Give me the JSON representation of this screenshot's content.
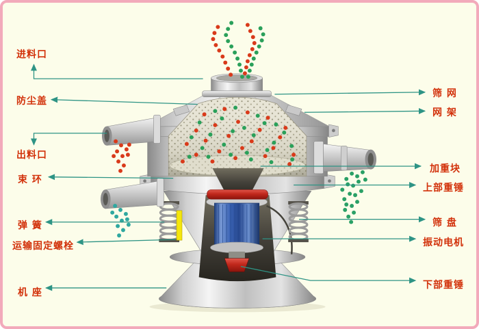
{
  "colors": {
    "background": "#fcfdea",
    "frame_border": "#f2aabb",
    "label_text": "#d2310a",
    "leader_line": "#2e9485",
    "particle_red": "#d93a1a",
    "particle_green": "#2aa05a",
    "particle_teal": "#2fa8a0",
    "motor_blue": "#3a63b4",
    "transport_bolt_yellow": "#f4e60c",
    "weight_red": "#c0281c",
    "metal_silver": "#c9c9c9"
  },
  "labels": {
    "left": [
      {
        "id": "feed-inlet",
        "text": "进料口"
      },
      {
        "id": "dust-cover",
        "text": "防尘盖"
      },
      {
        "id": "discharge-outlet",
        "text": "出料口"
      },
      {
        "id": "clamp-ring",
        "text": "束 环"
      },
      {
        "id": "spring",
        "text": "弹 簧"
      },
      {
        "id": "transport-fixing-bolt",
        "text": "运输固定螺栓"
      },
      {
        "id": "machine-base",
        "text": "机 座"
      }
    ],
    "right": [
      {
        "id": "screen-mesh",
        "text": "筛 网"
      },
      {
        "id": "mesh-frame",
        "text": "网 架"
      },
      {
        "id": "weight-block",
        "text": "加重块"
      },
      {
        "id": "upper-weight",
        "text": "上部重锤"
      },
      {
        "id": "sieve-tray",
        "text": "筛 盘"
      },
      {
        "id": "vibration-motor",
        "text": "振动电机"
      },
      {
        "id": "lower-weight",
        "text": "下部重锤"
      }
    ]
  }
}
